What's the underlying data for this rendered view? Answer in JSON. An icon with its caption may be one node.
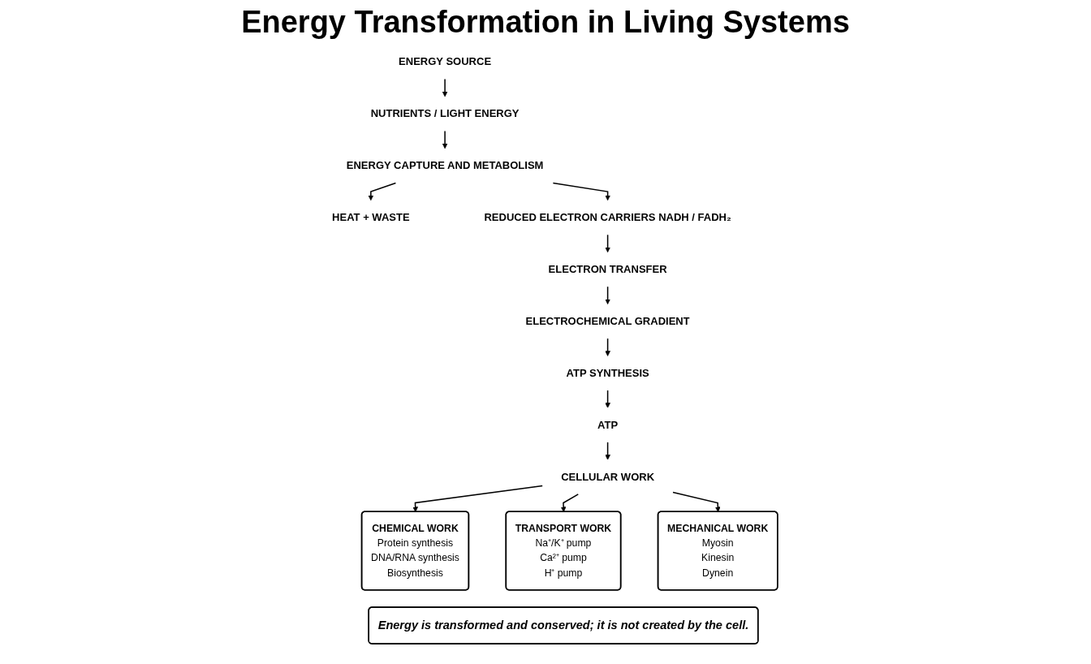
{
  "diagram": {
    "title": "Energy Transformation in Living Systems",
    "nodes": [
      {
        "text": [
          "ENERGY SOURCE"
        ]
      },
      {
        "text": [
          "NUTRIENTS / LIGHT ENERGY"
        ]
      },
      {
        "text": [
          "ENERGY CAPTURE AND METABOLISM"
        ]
      },
      {
        "text": [
          "HEAT + WASTE"
        ]
      },
      {
        "text": [
          "REDUCED ELECTRON CARRIERS NADH / FADH₂"
        ]
      },
      {
        "text": [
          "ELECTRON TRANSFER"
        ]
      },
      {
        "text": [
          "ELECTROCHEMICAL GRADIENT"
        ]
      },
      {
        "text": [
          "ATP SYNTHESIS"
        ]
      },
      {
        "text": [
          "ATP"
        ]
      },
      {
        "text": [
          "CELLULAR WORK"
        ]
      },
      {
        "text": [
          "CHEMICAL WORK",
          "Protein synthesis",
          "DNA/RNA synthesis",
          "Biosynthesis"
        ]
      },
      {
        "text": [
          "TRANSPORT WORK",
          "Na⁺/K⁺ pump",
          "Ca²⁺ pump",
          "H⁺ pump"
        ]
      },
      {
        "text": [
          "MECHANICAL WORK",
          "Myosin",
          "Kinesin",
          "Dynein"
        ]
      },
      {
        "text": [
          "Energy is transformed and conserved; it is not created by the cell."
        ]
      }
    ],
    "edges": [
      {
        "from": 0,
        "to": 1,
        "arrow": "to"
      },
      {
        "from": 1,
        "to": 2,
        "arrow": "to"
      },
      {
        "from": 2,
        "to": 3,
        "arrow": "to"
      },
      {
        "from": 2,
        "to": 4,
        "arrow": "to"
      },
      {
        "from": 4,
        "to": 5,
        "arrow": "to"
      },
      {
        "from": 5,
        "to": 6,
        "arrow": "to"
      },
      {
        "from": 6,
        "to": 7,
        "arrow": "to"
      },
      {
        "from": 7,
        "to": 8,
        "arrow": "to"
      },
      {
        "from": 8,
        "to": 9,
        "arrow": "to"
      },
      {
        "from": 9,
        "to": 10,
        "arrow": "to"
      },
      {
        "from": 9,
        "to": 11,
        "arrow": "to"
      },
      {
        "from": 9,
        "to": 12,
        "arrow": "to"
      }
    ]
  }
}
